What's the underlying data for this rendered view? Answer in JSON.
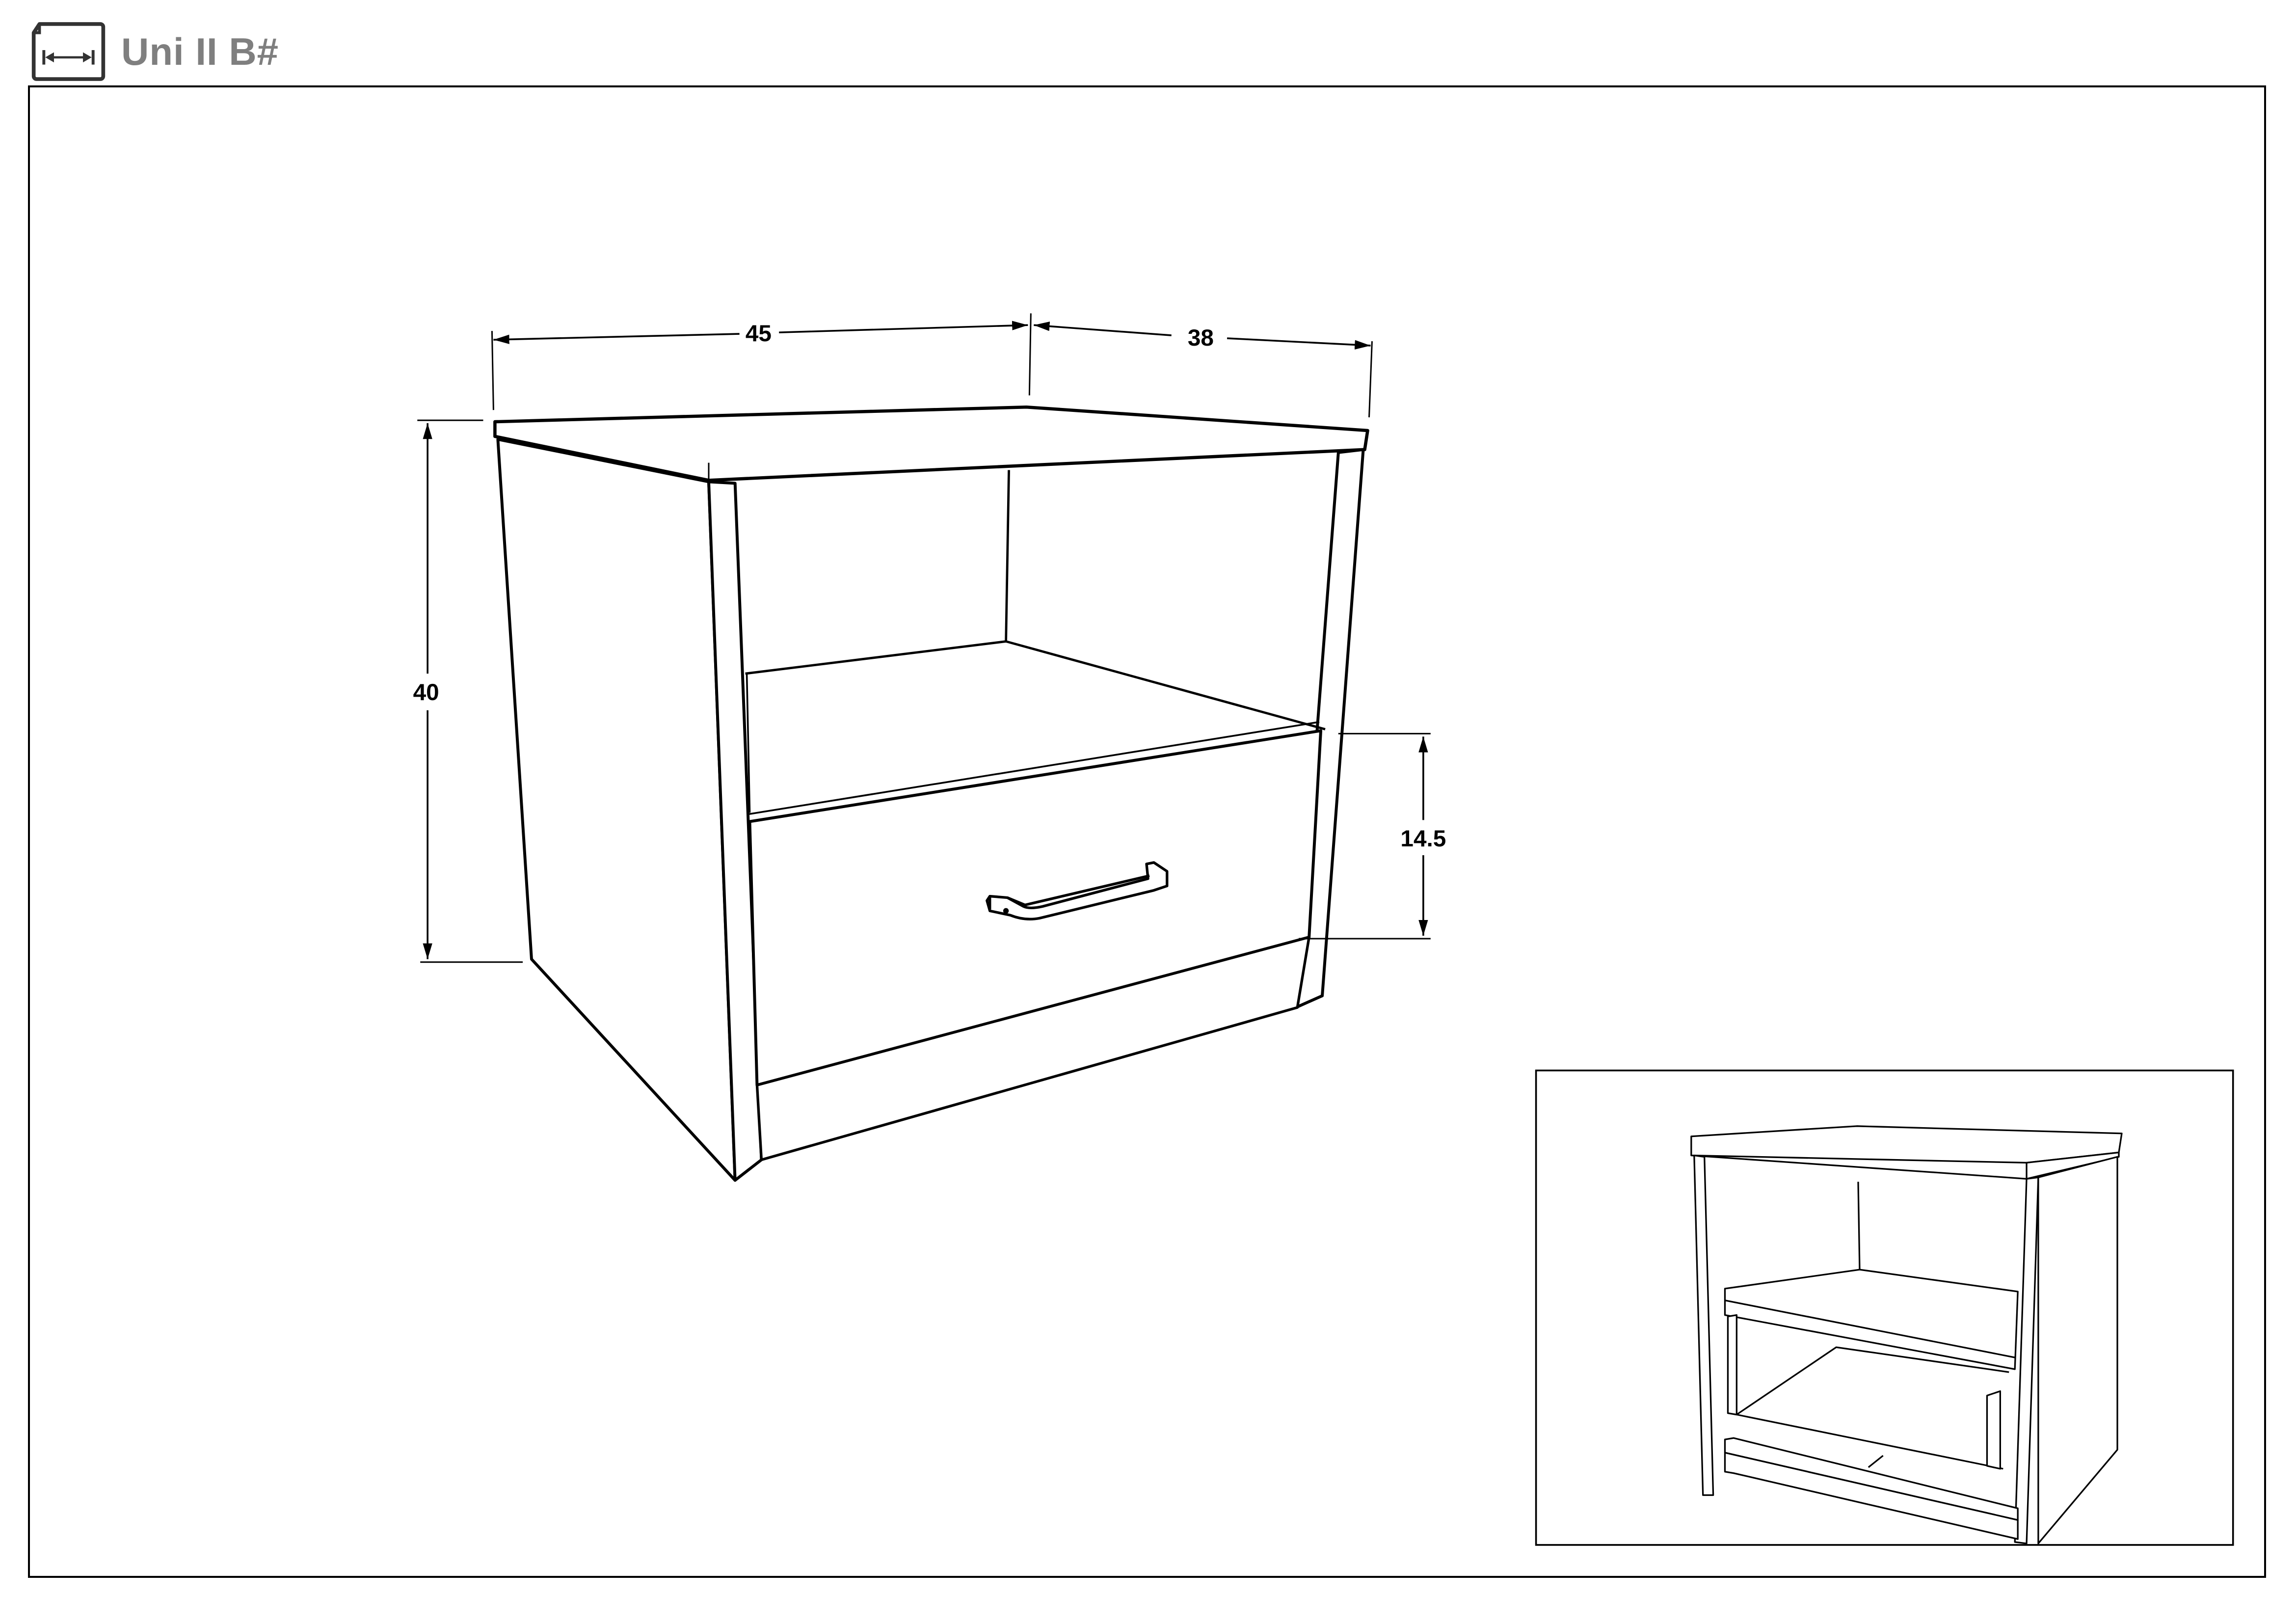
{
  "header": {
    "icon": "dimension-sheet-icon",
    "title": "Uni II B#"
  },
  "drawing": {
    "subject": "bedside cabinet with open shelf and one drawer",
    "dimensions": {
      "width": "45",
      "depth": "38",
      "height": "40",
      "drawer_height": "14.5"
    },
    "inset": {
      "description": "view with drawer front removed showing drawer box and runners"
    }
  },
  "colors": {
    "line": "#000000",
    "title": "#7f7f7f",
    "icon": "#333333",
    "background": "#ffffff"
  }
}
